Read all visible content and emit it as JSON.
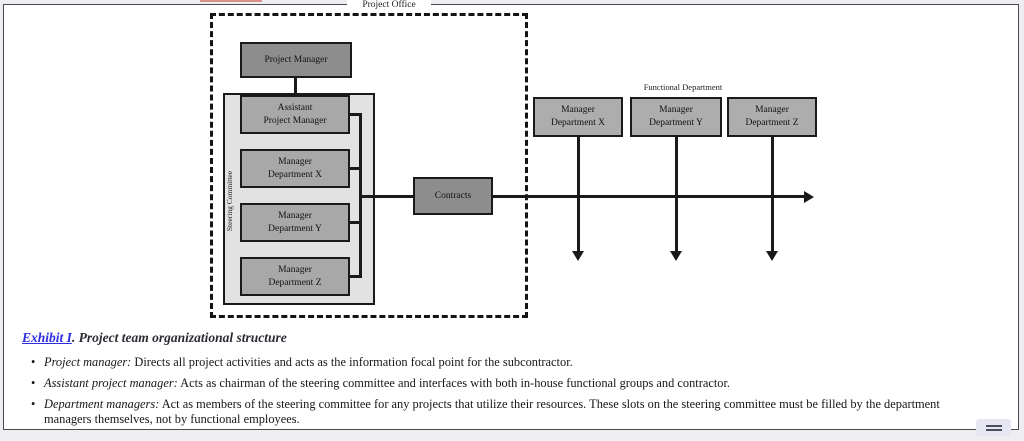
{
  "diagram": {
    "project_office_label": "Project Office",
    "project_manager": "Project Manager",
    "steering_committee_label": "Steering Committee",
    "steering_boxes": [
      {
        "line1": "Assistant",
        "line2": "Project Manager"
      },
      {
        "line1": "Manager",
        "line2": "Department X"
      },
      {
        "line1": "Manager",
        "line2": "Department Y"
      },
      {
        "line1": "Manager",
        "line2": "Department Z"
      }
    ],
    "contracts_label": "Contracts",
    "functional_department_label": "Functional Department",
    "functional_boxes": [
      {
        "line1": "Manager",
        "line2": "Department X"
      },
      {
        "line1": "Manager",
        "line2": "Department Y"
      },
      {
        "line1": "Manager",
        "line2": "Department Z"
      }
    ]
  },
  "caption": {
    "link_text": "Exhibit I",
    "rest_text": ". Project team organizational structure"
  },
  "bullets": [
    {
      "lead": "Project manager:",
      "text": " Directs all project activities and acts as the information focal point for the subcontractor."
    },
    {
      "lead": "Assistant project manager:",
      "text": " Acts as chairman of the steering committee and interfaces with both in-house functional groups and contractor."
    },
    {
      "lead": "Department managers:",
      "text": " Act as members of the steering committee for any projects that utilize their resources. These slots on the steering committee must be filled by the department managers themselves, not by functional employees."
    }
  ],
  "colors": {
    "dark_box": "#8d8d8d",
    "light_box": "#a8a8a8",
    "functional_box": "#adadad",
    "panel": "#e2e2e2",
    "diagram_border": "#1a1a1a",
    "link_blue": "#2d2de0",
    "body_text": "#17171a"
  },
  "icons": {
    "menu_button": "equals-icon"
  }
}
